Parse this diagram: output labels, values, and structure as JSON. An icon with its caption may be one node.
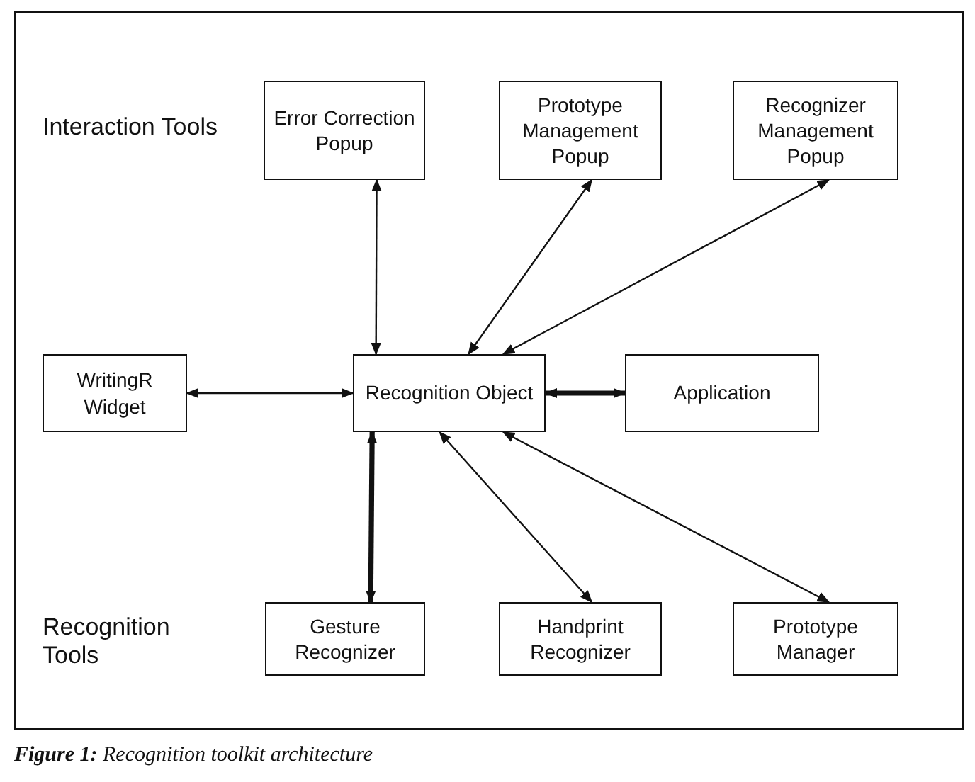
{
  "diagram": {
    "caption": "**Figure 1:** Recognition toolkit architecture",
    "nodes": [
      {
        "text": [
          "Error Correction Popup"
        ]
      },
      {
        "text": [
          "Prototype Management Popup"
        ]
      },
      {
        "text": [
          "Recognizer Management Popup"
        ]
      },
      {
        "text": [
          "WritingR Widget"
        ]
      },
      {
        "text": [
          "Recognition Object"
        ]
      },
      {
        "text": [
          "Application"
        ]
      },
      {
        "text": [
          "Gesture Recognizer"
        ]
      },
      {
        "text": [
          "Handprint Recognizer"
        ]
      },
      {
        "text": [
          "Prototype Manager"
        ]
      }
    ],
    "edges": [
      {
        "from": 0,
        "to": 4,
        "arrow": "both"
      },
      {
        "from": 1,
        "to": 4,
        "arrow": "both"
      },
      {
        "from": 2,
        "to": 4,
        "arrow": "both"
      },
      {
        "from": 3,
        "to": 4,
        "arrow": "both"
      },
      {
        "from": 4,
        "to": 5,
        "arrow": "both",
        "style": "thick"
      },
      {
        "from": 4,
        "to": 6,
        "arrow": "both",
        "style": "thick"
      },
      {
        "from": 4,
        "to": 7,
        "arrow": "both"
      },
      {
        "from": 4,
        "to": 8,
        "arrow": "both"
      }
    ],
    "labels": [
      "Interaction Tools",
      "Recognition Tools"
    ]
  }
}
